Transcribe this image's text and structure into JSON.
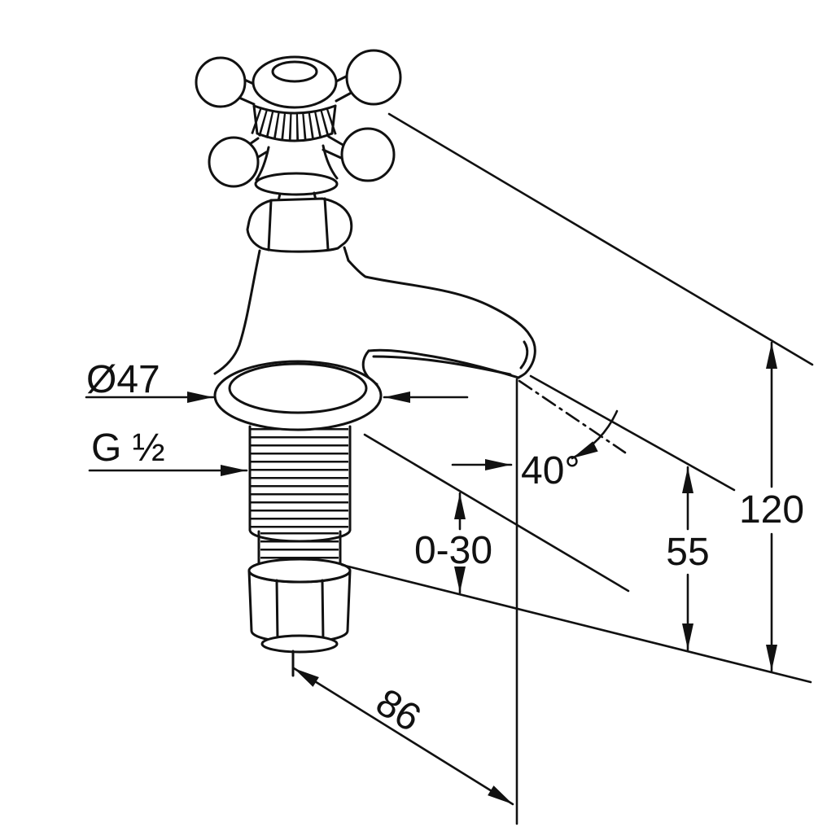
{
  "page": {
    "background": "#ffffff"
  },
  "drawing": {
    "kind": "technical-dimension-drawing",
    "subject": "Pillar tap with cross handle",
    "line_color": "#111111",
    "labels": {
      "flange_diameter": "Ø47",
      "thread_size": "G ½",
      "spout_angle": "40°",
      "mounting_thickness_range": "0-30",
      "outlet_height": "55",
      "overall_height": "120",
      "spout_reach": "86"
    }
  }
}
